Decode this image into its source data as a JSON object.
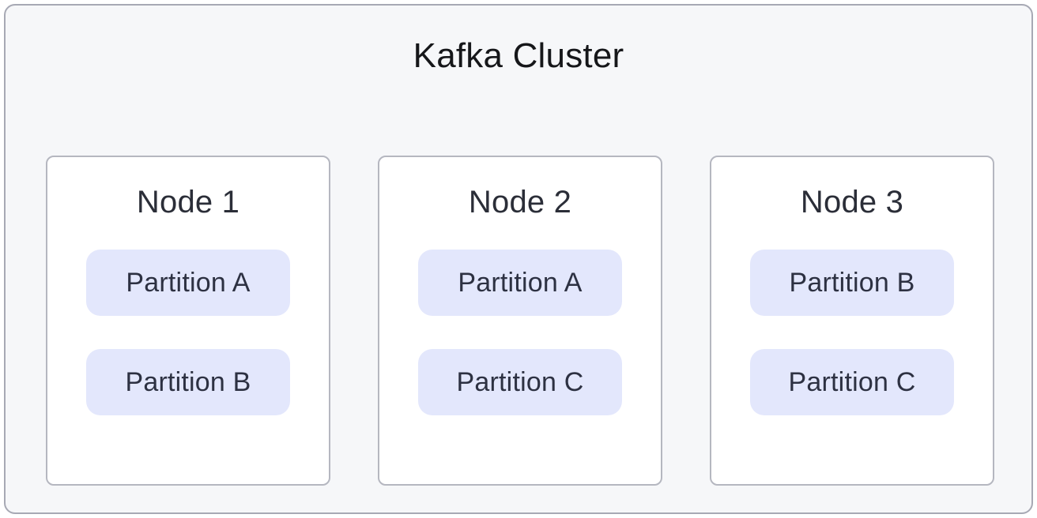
{
  "diagram": {
    "title": "Kafka Cluster",
    "type": "cluster-topology",
    "colors": {
      "cluster_background": "#f6f7f9",
      "cluster_border": "#a7a9b4",
      "node_background": "#ffffff",
      "node_border": "#b5b7c0",
      "partition_background": "#e3e7fc",
      "partition_text": "#2d3142",
      "title_text": "#16171a",
      "node_title_text": "#2b2e38"
    },
    "nodes": [
      {
        "label": "Node 1",
        "partitions": [
          {
            "label": "Partition A"
          },
          {
            "label": "Partition B"
          }
        ]
      },
      {
        "label": "Node 2",
        "partitions": [
          {
            "label": "Partition A"
          },
          {
            "label": "Partition C"
          }
        ]
      },
      {
        "label": "Node 3",
        "partitions": [
          {
            "label": "Partition B"
          },
          {
            "label": "Partition C"
          }
        ]
      }
    ]
  }
}
